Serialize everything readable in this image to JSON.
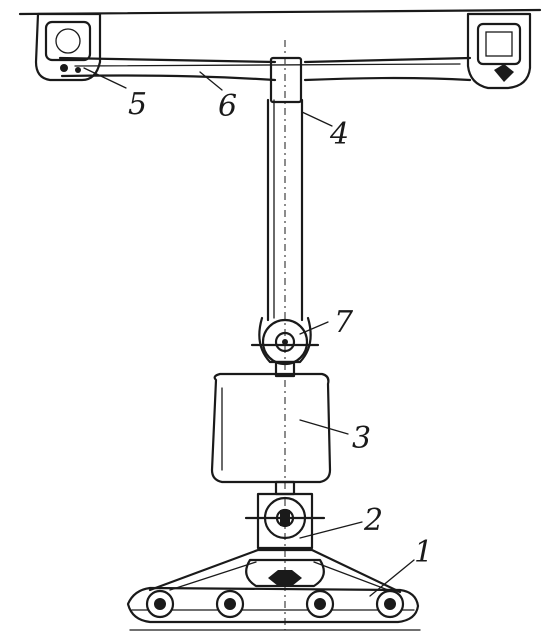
{
  "figure": {
    "callouts": [
      {
        "id": "1",
        "label": "1"
      },
      {
        "id": "2",
        "label": "2"
      },
      {
        "id": "3",
        "label": "3"
      },
      {
        "id": "4",
        "label": "4"
      },
      {
        "id": "5",
        "label": "5"
      },
      {
        "id": "6",
        "label": "6"
      },
      {
        "id": "7",
        "label": "7"
      }
    ],
    "colors": {
      "ink": "#1a1a1a",
      "paper": "#ffffff"
    }
  }
}
